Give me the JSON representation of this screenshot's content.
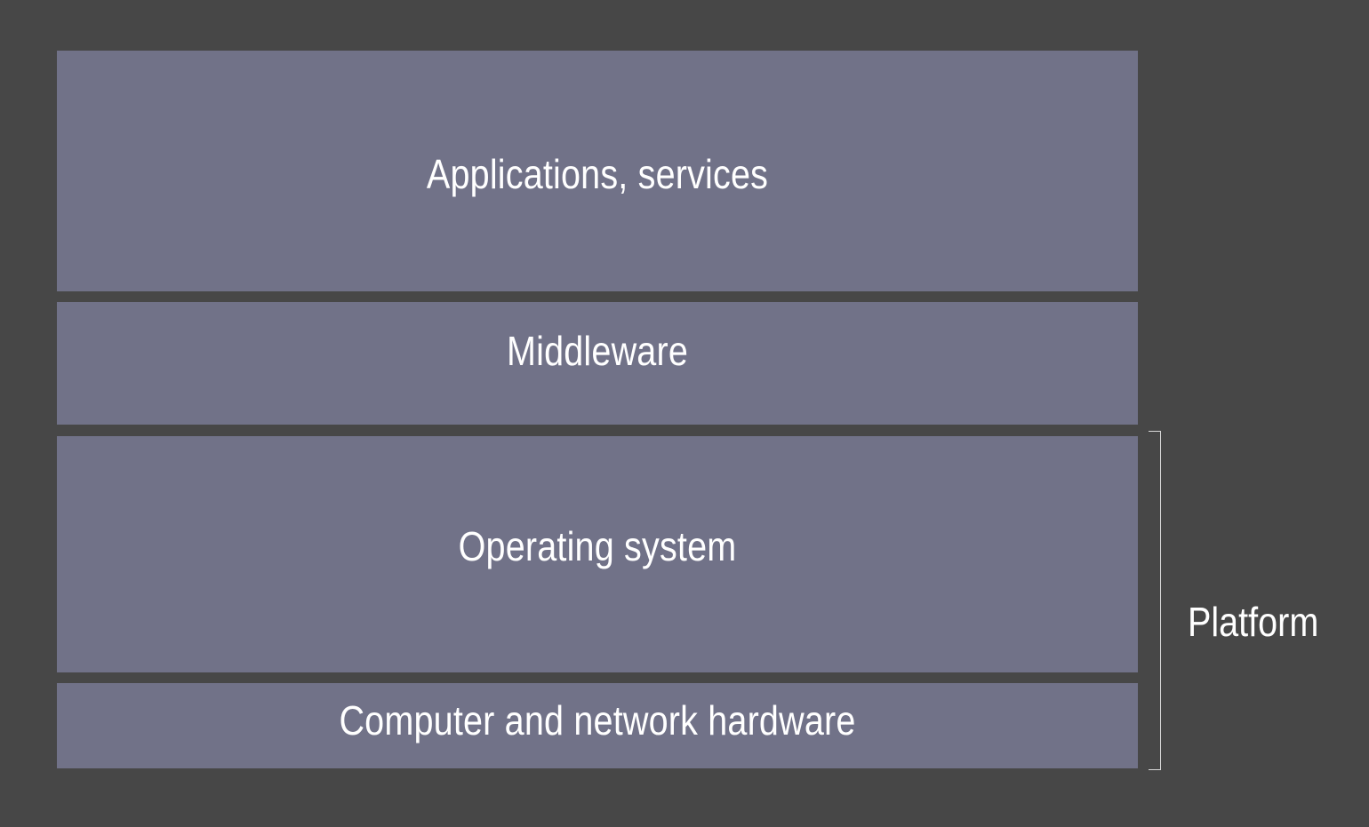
{
  "layers": [
    {
      "label": "Applications, services"
    },
    {
      "label": "Middleware"
    },
    {
      "label": "Operating system"
    },
    {
      "label": "Computer and network hardware"
    }
  ],
  "bracket": {
    "label": "Platform"
  },
  "colors": {
    "background": "#474747",
    "layer_fill": "#717288",
    "text": "#ffffff",
    "bracket_line": "#d8d8d8"
  }
}
